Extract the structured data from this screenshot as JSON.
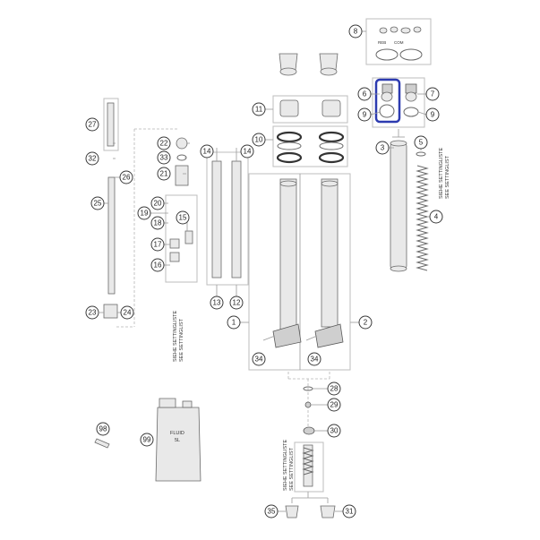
{
  "callouts": [
    {
      "id": "c1",
      "label": "1"
    },
    {
      "id": "c2",
      "label": "2"
    },
    {
      "id": "c3",
      "label": "3"
    },
    {
      "id": "c4",
      "label": "4"
    },
    {
      "id": "c5",
      "label": "5"
    },
    {
      "id": "c6",
      "label": "6"
    },
    {
      "id": "c7",
      "label": "7"
    },
    {
      "id": "c8",
      "label": "8"
    },
    {
      "id": "c9a",
      "label": "9"
    },
    {
      "id": "c9b",
      "label": "9"
    },
    {
      "id": "c10",
      "label": "10"
    },
    {
      "id": "c11",
      "label": "11"
    },
    {
      "id": "c12",
      "label": "12"
    },
    {
      "id": "c13",
      "label": "13"
    },
    {
      "id": "c14a",
      "label": "14"
    },
    {
      "id": "c14b",
      "label": "14"
    },
    {
      "id": "c15",
      "label": "15"
    },
    {
      "id": "c16",
      "label": "16"
    },
    {
      "id": "c17",
      "label": "17"
    },
    {
      "id": "c18",
      "label": "18"
    },
    {
      "id": "c19",
      "label": "19"
    },
    {
      "id": "c20",
      "label": "20"
    },
    {
      "id": "c21",
      "label": "21"
    },
    {
      "id": "c22",
      "label": "22"
    },
    {
      "id": "c23",
      "label": "23"
    },
    {
      "id": "c24",
      "label": "24"
    },
    {
      "id": "c25",
      "label": "25"
    },
    {
      "id": "c26",
      "label": "26"
    },
    {
      "id": "c27",
      "label": "27"
    },
    {
      "id": "c28",
      "label": "28"
    },
    {
      "id": "c29",
      "label": "29"
    },
    {
      "id": "c30",
      "label": "30"
    },
    {
      "id": "c31",
      "label": "31"
    },
    {
      "id": "c32",
      "label": "32"
    },
    {
      "id": "c33",
      "label": "33"
    },
    {
      "id": "c34a",
      "label": "34"
    },
    {
      "id": "c34b",
      "label": "34"
    },
    {
      "id": "c35",
      "label": "35"
    },
    {
      "id": "c98",
      "label": "98"
    },
    {
      "id": "c99",
      "label": "99"
    }
  ],
  "notes": {
    "settinglist_left_line1": "SIEHE SETTINGLISTE",
    "settinglist_left_line2": "SEE SETTINGLIST",
    "settinglist_right_line1": "SIEHE SETTINGLISTE",
    "settinglist_right_line2": "SEE SETTINGLIST",
    "settinglist_bottom_line1": "SIEHE SETTINGLISTE",
    "settinglist_bottom_line2": "SEE SETTINGLIST"
  },
  "adjusters": {
    "reb": "REB",
    "com": "COM"
  },
  "fluid_can": {
    "line1": "FLUID",
    "line2": "5L"
  },
  "highlight_color": "#2d3bb0"
}
